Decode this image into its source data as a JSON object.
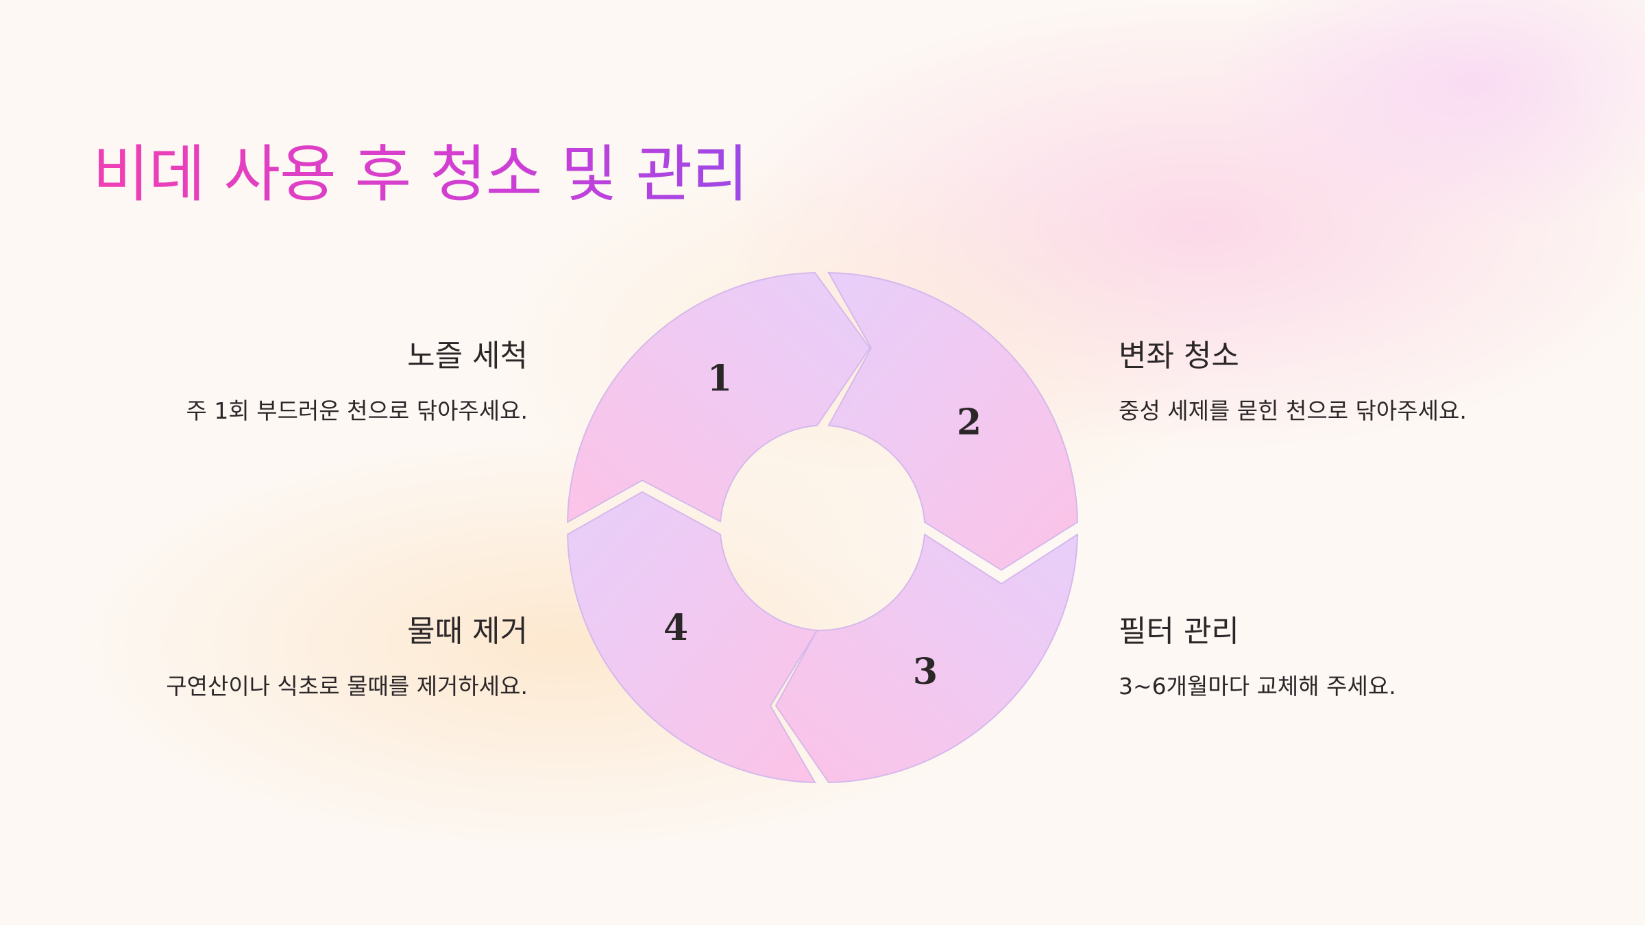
{
  "title": "비데 사용 후 청소 및 관리",
  "diagram": {
    "type": "cycle",
    "steps": [
      {
        "number": "1",
        "title": "노즐 세척",
        "desc": "주 1회 부드러운 천으로 닦아주세요."
      },
      {
        "number": "2",
        "title": "변좌 청소",
        "desc": "중성 세제를 묻힌 천으로 닦아주세요."
      },
      {
        "number": "3",
        "title": "필터 관리",
        "desc": "3~6개월마다 교체해 주세요."
      },
      {
        "number": "4",
        "title": "물때 제거",
        "desc": "구연산이나 식초로 물때를 제거하세요."
      }
    ]
  },
  "colors": {
    "title_start": "#f03fb4",
    "title_end": "#9c48e6",
    "segment_pink": "#fbc6e8",
    "segment_lavender": "#e8cdf8",
    "segment_stroke": "#d4b5ec",
    "background": "#fdf8f3"
  }
}
